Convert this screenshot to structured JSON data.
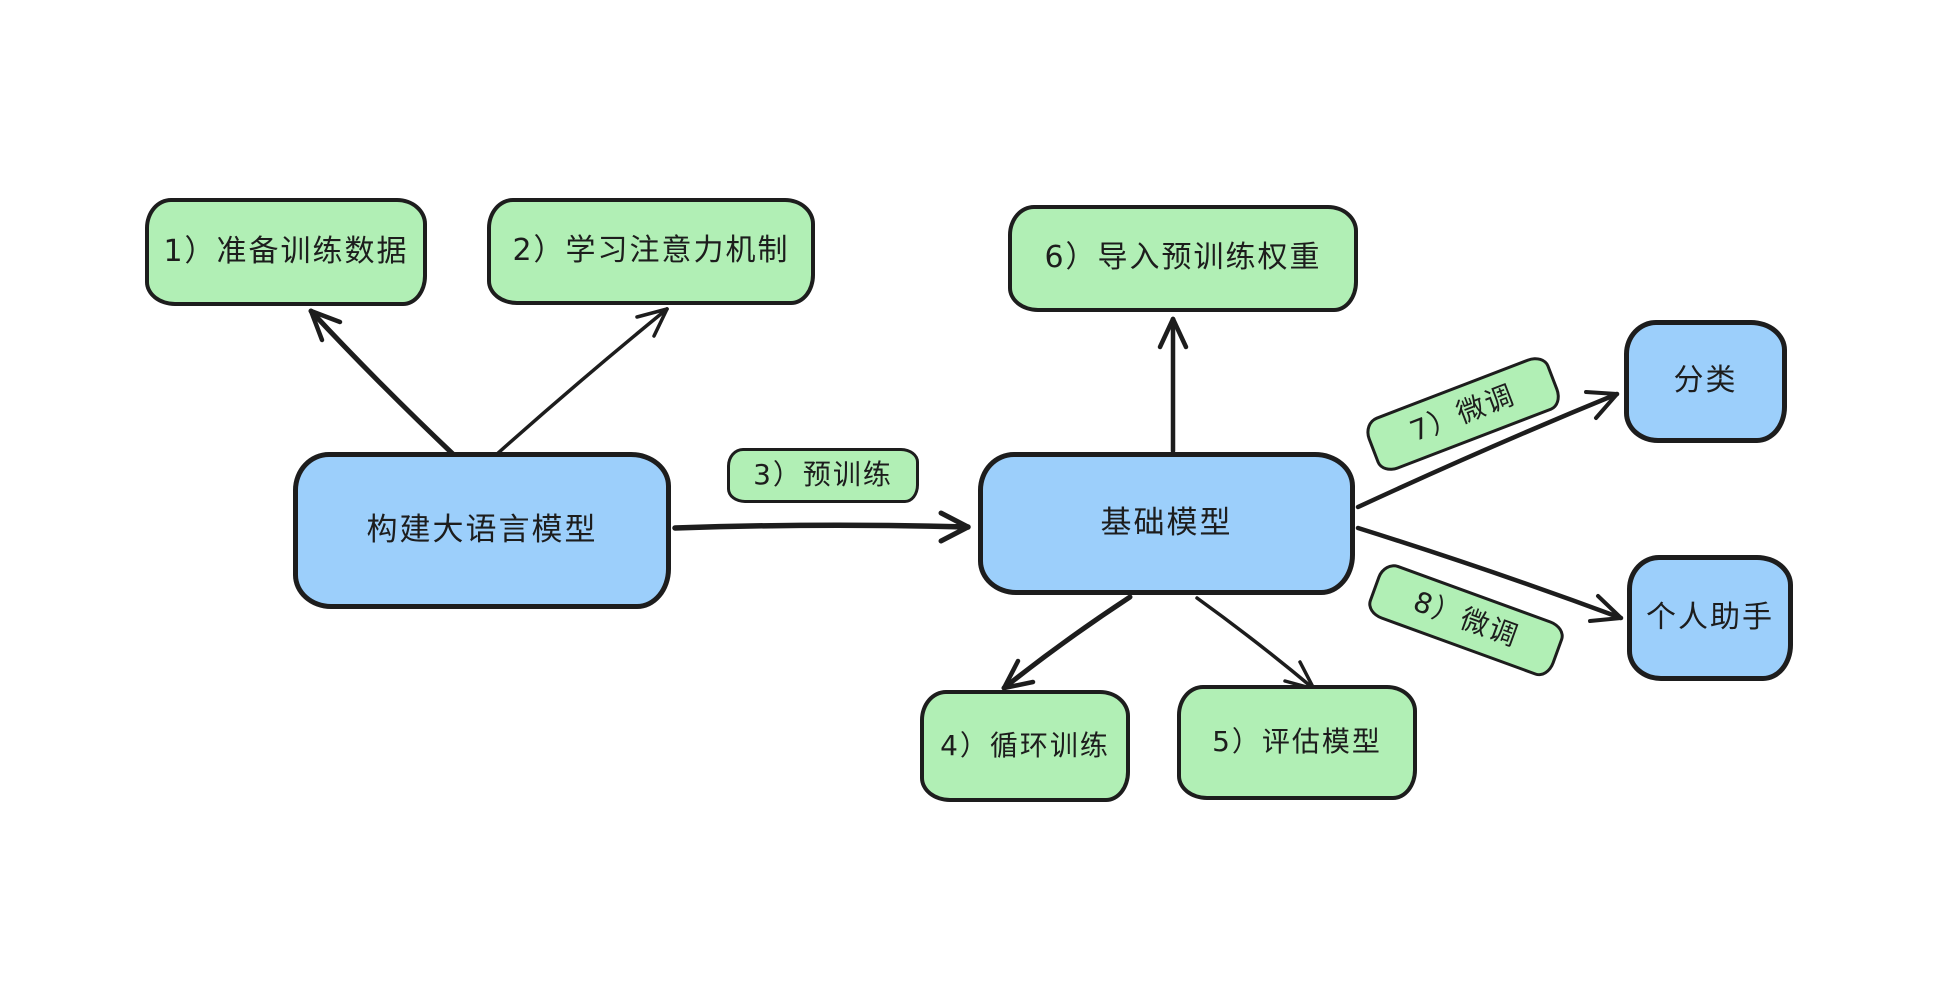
{
  "canvas": {
    "background": "#ffffff"
  },
  "colors": {
    "green_fill": "#b1efb5",
    "blue_fill": "#9ccffb",
    "stroke": "#1d1d1d"
  },
  "nodes": {
    "prepare_data": {
      "label": "1）准备训练数据"
    },
    "attention": {
      "label": "2）学习注意力机制"
    },
    "pretrain": {
      "label": "3）预训练"
    },
    "build_llm": {
      "label": "构建大语言模型"
    },
    "foundation": {
      "label": "基础模型"
    },
    "load_weights": {
      "label": "6）导入预训练权重"
    },
    "training_loop": {
      "label": "4）循环训练"
    },
    "evaluate": {
      "label": "5）评估模型"
    },
    "finetune_cls": {
      "label": "7）微调"
    },
    "finetune_assistant": {
      "label": "8）微调"
    },
    "classification": {
      "label": "分类"
    },
    "personal_assistant": {
      "label": "个人助手"
    }
  },
  "edges": [
    {
      "from": "build_llm",
      "to": "prepare_data"
    },
    {
      "from": "build_llm",
      "to": "attention"
    },
    {
      "from": "build_llm",
      "to": "foundation",
      "label": "3）预训练"
    },
    {
      "from": "foundation",
      "to": "load_weights"
    },
    {
      "from": "foundation",
      "to": "training_loop"
    },
    {
      "from": "foundation",
      "to": "evaluate"
    },
    {
      "from": "foundation",
      "to": "classification",
      "label": "7）微调"
    },
    {
      "from": "foundation",
      "to": "personal_assistant",
      "label": "8）微调"
    }
  ]
}
